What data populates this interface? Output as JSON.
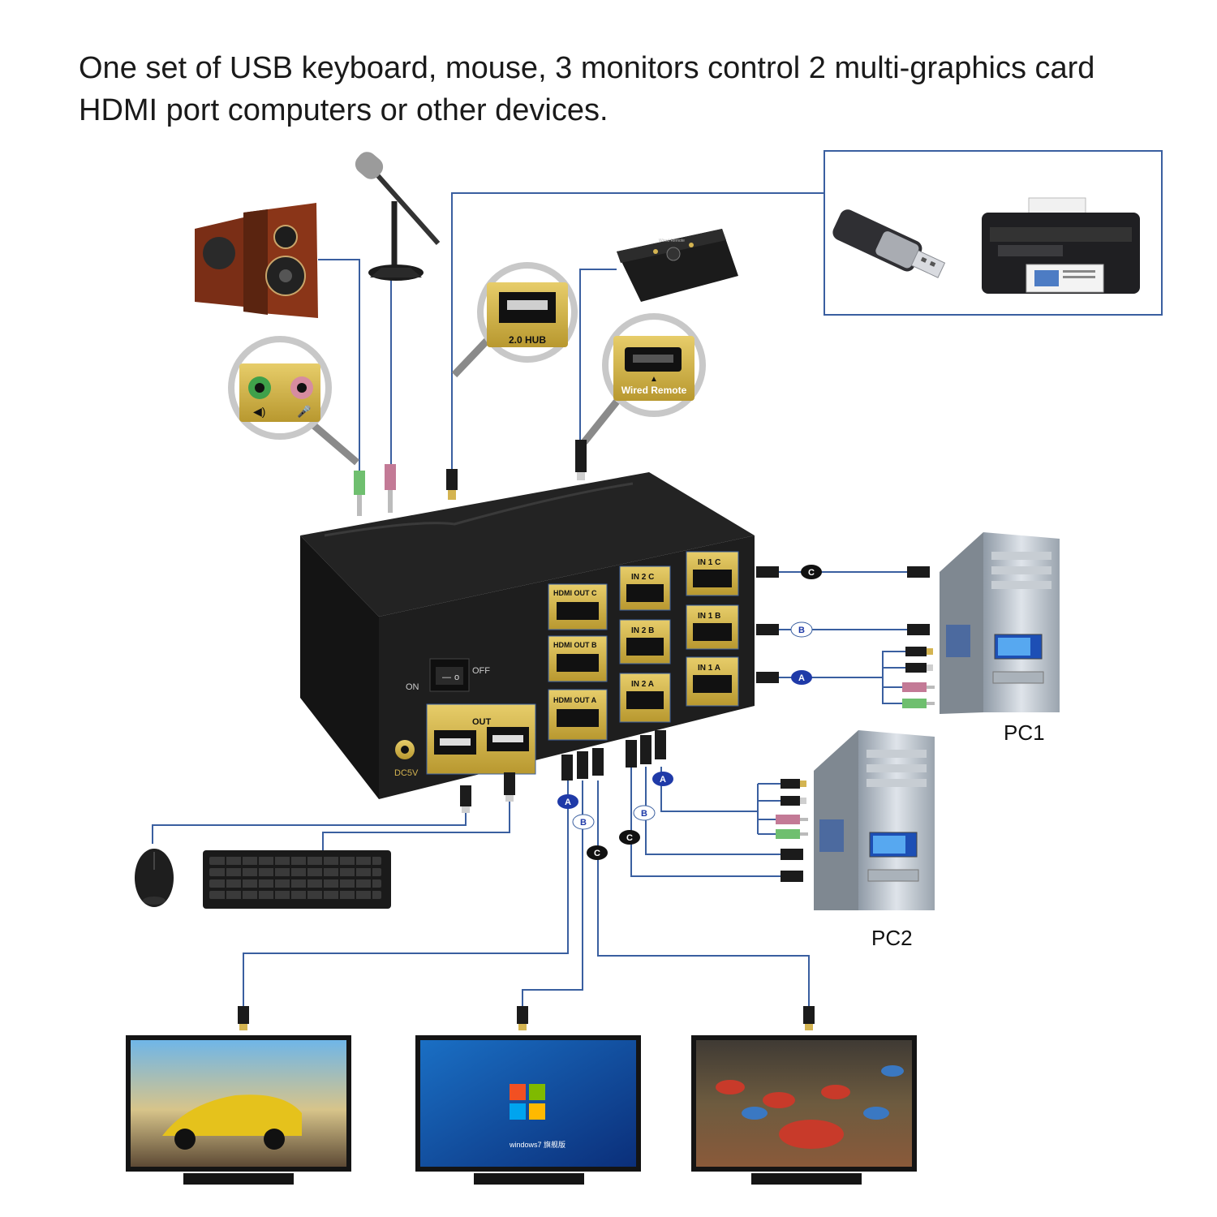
{
  "headline": "One set of USB keyboard, mouse, 3 monitors control 2 multi-graphics card HDMI port computers or other devices.",
  "colors": {
    "line": "#3a5fa0",
    "gold": "#d4b451",
    "box": "#1c1c1c",
    "badge_blue": "#1f3aa8"
  },
  "callouts": {
    "hub": "2.0 HUB",
    "remote": "Wired Remote",
    "remote_device": "Wired Remote"
  },
  "switch": {
    "power_on": "ON",
    "power_off": "OFF",
    "dc": "DC5V",
    "usb_out": "OUT",
    "outputs": [
      "HDMI OUT C",
      "HDMI OUT B",
      "HDMI OUT A"
    ],
    "in2": [
      "IN 2 C",
      "IN 2 B",
      "IN 2 A"
    ],
    "in1": [
      "IN 1 C",
      "IN 1 B",
      "IN 1 A"
    ]
  },
  "badges": {
    "a": "A",
    "b": "B",
    "c": "C"
  },
  "pc_labels": {
    "pc1": "PC1",
    "pc2": "PC2"
  },
  "monitor_texts": {
    "windows": "windows7 旗舰版"
  },
  "icons": [
    "speakers-icon",
    "microphone-icon",
    "usb-flash-drive-icon",
    "printer-icon",
    "keyboard-icon",
    "mouse-icon",
    "pc-tower-icon",
    "monitor-icon",
    "hdmi-plug-icon",
    "usb-plug-icon",
    "audio-plug-icon"
  ]
}
